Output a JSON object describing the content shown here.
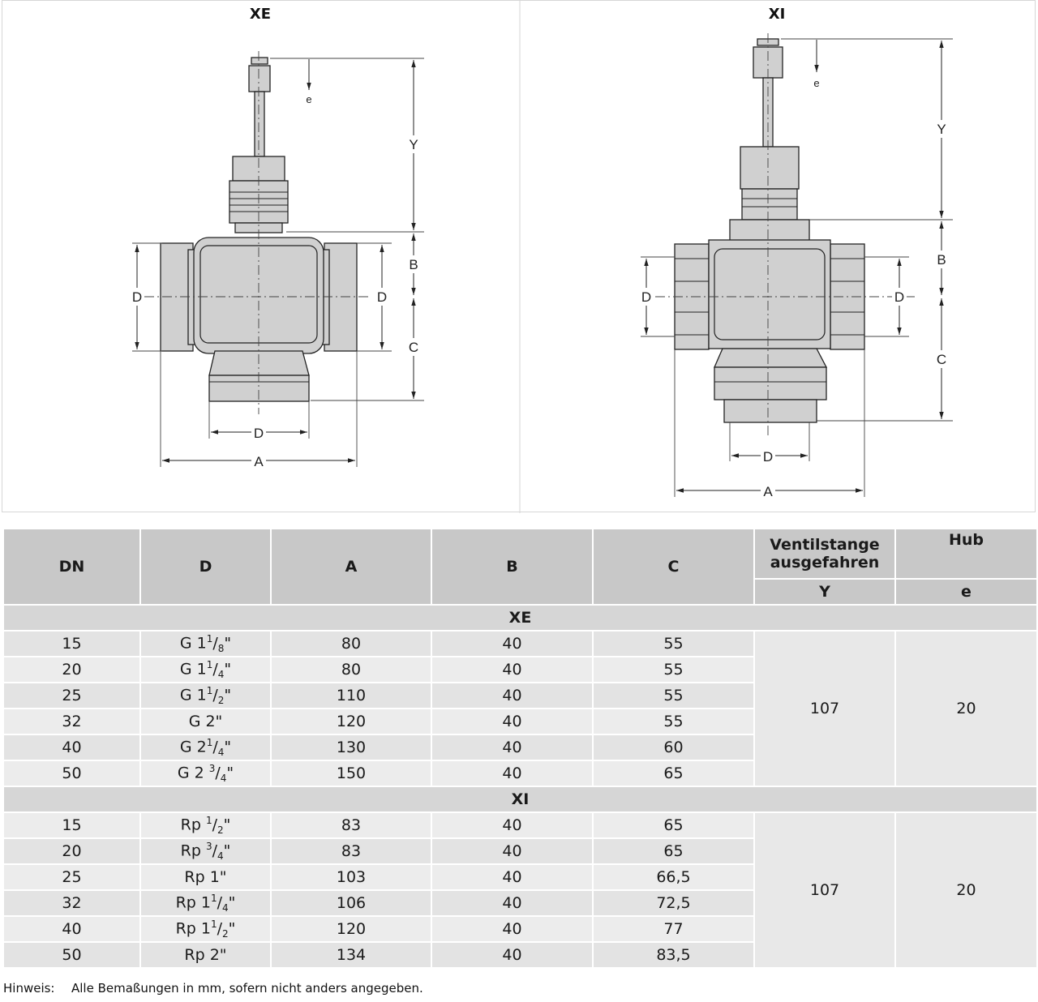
{
  "drawings": {
    "xe": {
      "caption": "XE",
      "labels": {
        "Y": "Y",
        "e": "e",
        "B": "B",
        "C": "C",
        "D": "D",
        "A": "A"
      }
    },
    "xi": {
      "caption": "XI",
      "labels": {
        "Y": "Y",
        "e": "e",
        "B": "B",
        "C": "C",
        "D": "D",
        "A": "A"
      }
    }
  },
  "table": {
    "headers": {
      "dn": "DN",
      "d": "D",
      "a": "A",
      "b": "B",
      "c": "C",
      "ventil_line1": "Ventilstange",
      "ventil_line2": "ausgefahren",
      "hub": "Hub",
      "y": "Y",
      "e": "e"
    },
    "groups": [
      {
        "title": "XE",
        "y": "107",
        "e": "20",
        "rows": [
          {
            "dn": "15",
            "d": {
              "pre": "G 1",
              "num": "1",
              "den": "8",
              "post": "\""
            },
            "a": "80",
            "b": "40",
            "c": "55"
          },
          {
            "dn": "20",
            "d": {
              "pre": "G 1",
              "num": "1",
              "den": "4",
              "post": "\""
            },
            "a": "80",
            "b": "40",
            "c": "55"
          },
          {
            "dn": "25",
            "d": {
              "pre": "G 1",
              "num": "1",
              "den": "2",
              "post": "\""
            },
            "a": "110",
            "b": "40",
            "c": "55"
          },
          {
            "dn": "32",
            "d": {
              "pre": "G 2\"",
              "num": "",
              "den": "",
              "post": ""
            },
            "a": "120",
            "b": "40",
            "c": "55"
          },
          {
            "dn": "40",
            "d": {
              "pre": "G 2",
              "num": "1",
              "den": "4",
              "post": "\""
            },
            "a": "130",
            "b": "40",
            "c": "60"
          },
          {
            "dn": "50",
            "d": {
              "pre": "G 2 ",
              "num": "3",
              "den": "4",
              "post": "\""
            },
            "a": "150",
            "b": "40",
            "c": "65"
          }
        ]
      },
      {
        "title": "XI",
        "y": "107",
        "e": "20",
        "rows": [
          {
            "dn": "15",
            "d": {
              "pre": "Rp ",
              "num": "1",
              "den": "2",
              "post": "\""
            },
            "a": "83",
            "b": "40",
            "c": "65"
          },
          {
            "dn": "20",
            "d": {
              "pre": "Rp ",
              "num": "3",
              "den": "4",
              "post": "\""
            },
            "a": "83",
            "b": "40",
            "c": "65"
          },
          {
            "dn": "25",
            "d": {
              "pre": "Rp 1\"",
              "num": "",
              "den": "",
              "post": ""
            },
            "a": "103",
            "b": "40",
            "c": "66,5"
          },
          {
            "dn": "32",
            "d": {
              "pre": "Rp 1",
              "num": "1",
              "den": "4",
              "post": "\""
            },
            "a": "106",
            "b": "40",
            "c": "72,5"
          },
          {
            "dn": "40",
            "d": {
              "pre": "Rp 1",
              "num": "1",
              "den": "2",
              "post": "\""
            },
            "a": "120",
            "b": "40",
            "c": "77"
          },
          {
            "dn": "50",
            "d": {
              "pre": "Rp 2\"",
              "num": "",
              "den": "",
              "post": ""
            },
            "a": "134",
            "b": "40",
            "c": "83,5"
          }
        ]
      }
    ]
  },
  "note": {
    "label": "Hinweis:",
    "text": "Alle Bemaßungen in mm, sofern nicht anders angegeben."
  }
}
